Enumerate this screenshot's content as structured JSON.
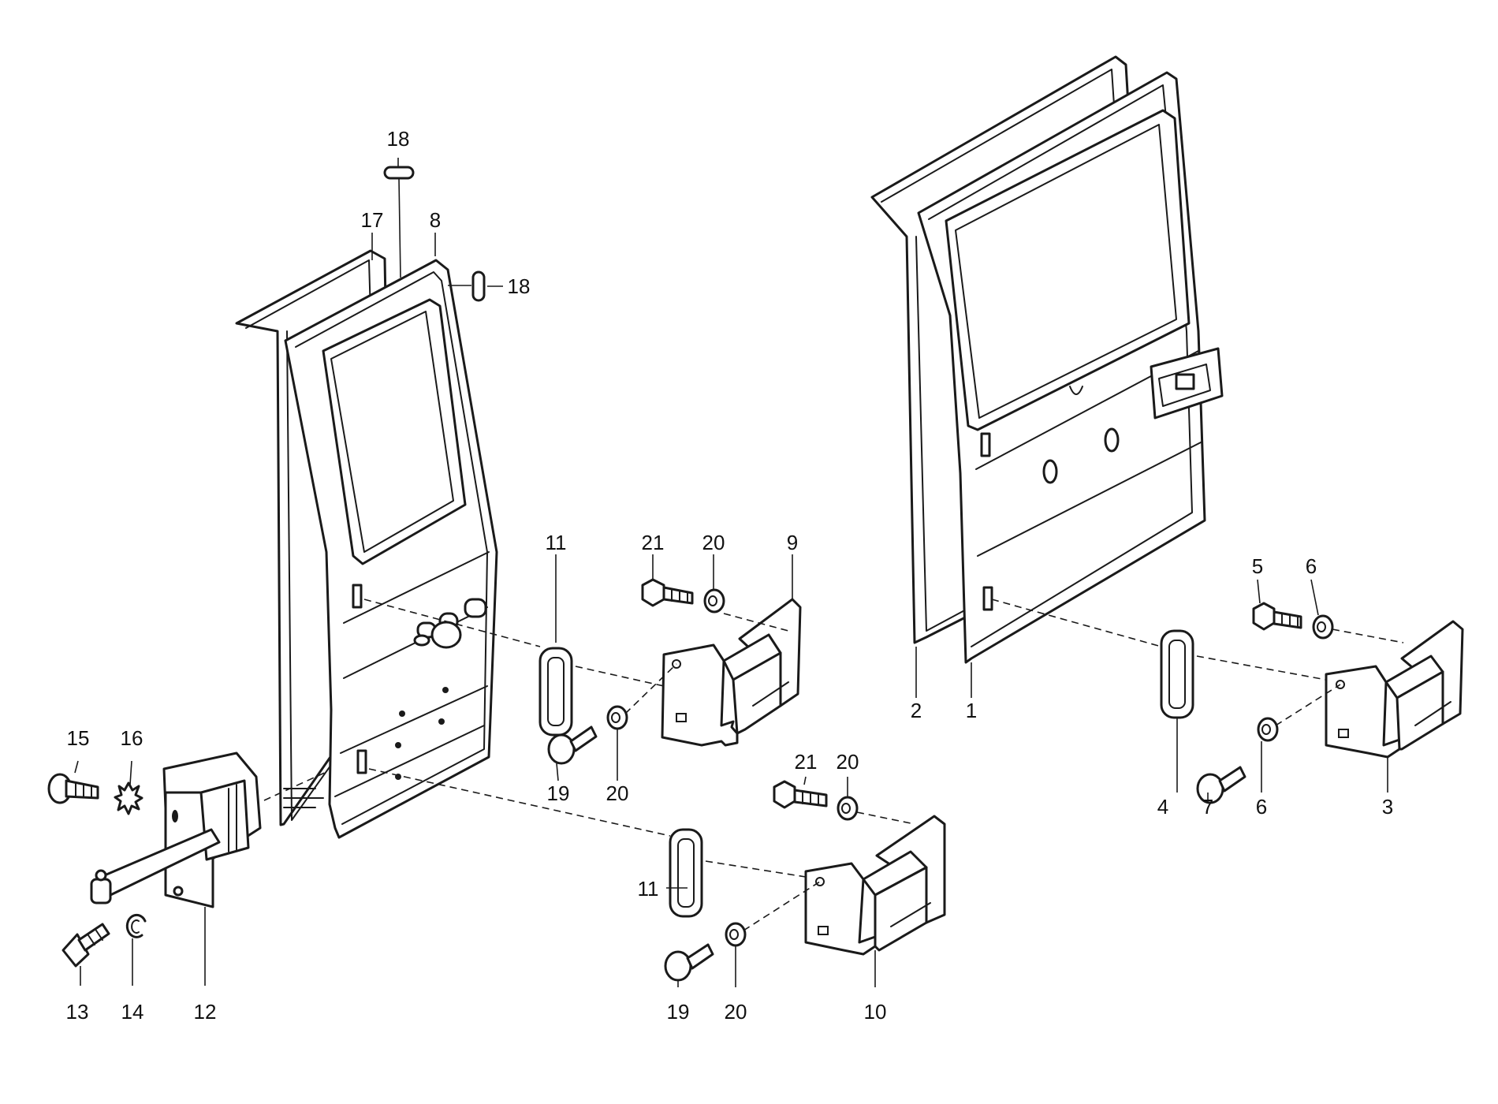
{
  "callouts": {
    "c1": "1",
    "c2": "2",
    "c3": "3",
    "c4": "4",
    "c5": "5",
    "c6a": "6",
    "c6b": "6",
    "c7": "7",
    "c8": "8",
    "c9": "9",
    "c10": "10",
    "c11a": "11",
    "c11b": "11",
    "c12": "12",
    "c13": "13",
    "c14": "14",
    "c15": "15",
    "c16": "16",
    "c17": "17",
    "c18a": "18",
    "c18b": "18",
    "c19a": "19",
    "c19b": "19",
    "c20a": "20",
    "c20b": "20",
    "c20c": "20",
    "c21a": "21",
    "c21b": "21"
  }
}
